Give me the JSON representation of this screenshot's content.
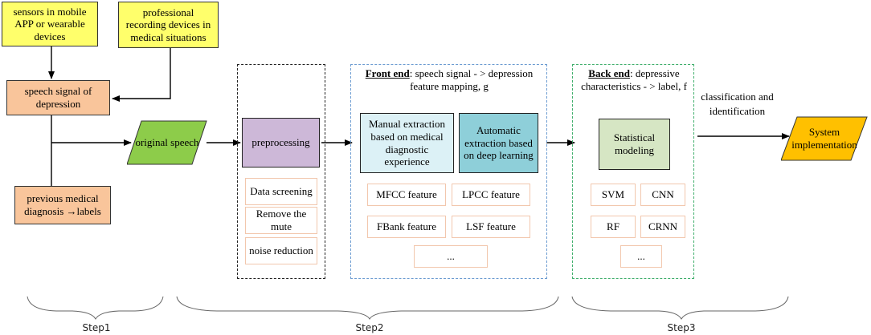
{
  "inputs": {
    "sensors": "sensors in mobile APP or wearable devices",
    "professional": "professional recording devices in medical situations"
  },
  "speech_signal": "speech signal of depression",
  "diagnosis": "previous medical diagnosis →labels",
  "original_speech": "original speech",
  "preprocessing": {
    "title": "preprocessing",
    "items": [
      "Data screening",
      "Remove the mute",
      "noise reduction"
    ]
  },
  "front_end": {
    "header_bold": "Front end",
    "header_rest": ": speech signal - > depression feature mapping, g",
    "manual": "Manual extraction based on medical diagnostic experience",
    "automatic": "Automatic extraction based on deep learning",
    "features": [
      "MFCC feature",
      "LPCC feature",
      "FBank feature",
      "LSF feature",
      "..."
    ]
  },
  "back_end": {
    "header_bold": "Back end",
    "header_rest": ": depressive characteristics - > label, f",
    "modeling": "Statistical modeling",
    "models": [
      "SVM",
      "CNN",
      "RF",
      "CRNN",
      "..."
    ]
  },
  "classification_label": "classification and identification",
  "system_implementation": "System implementation",
  "steps": [
    "Step1",
    "Step2",
    "Step3"
  ],
  "colors": {
    "yellow": "#ffff6b",
    "salmon": "#f9c59b",
    "green_parallelogram": "#8dcc4a",
    "orange_parallelogram": "#ffc000",
    "purple": "#cdb8d8",
    "light_cyan": "#dcf1f6",
    "cyan": "#8ecfd9",
    "light_green": "#d6e6c4",
    "blue_dash": "#6b9bd1",
    "green_dash": "#3fae6b"
  }
}
